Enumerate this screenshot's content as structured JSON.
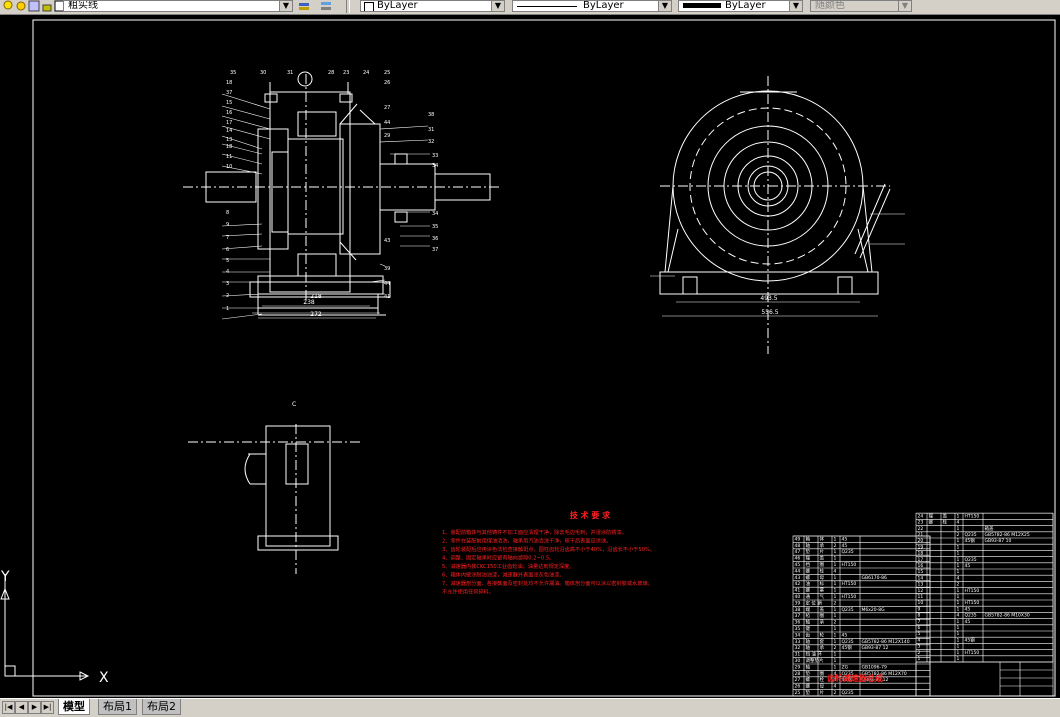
{
  "toolbar": {
    "layer_name": "粗实线",
    "color_combo": "ByLayer",
    "linetype_combo": "ByLayer",
    "lineweight_combo": "ByLayer",
    "plotstyle_combo": "随颜色"
  },
  "drawing": {
    "tech_title": "技 术 要 求",
    "tech_notes": [
      "1、装配前箱体与其他铸件不加工面应清理干净，除去毛边毛刺，并浸涂防锈漆。",
      "2、零件在装配前用煤油清洗，轴承用汽油清洗干净，晾干后表面应涂油。",
      "3、齿轮装配后应用涂色法检查接触斑点，圆柱齿轮沿齿高不小于40%，沿齿长不小于50%。",
      "4、调整、固定轴承时应留有轴向游隙0.2~0.5。",
      "5、减速器内装CKC150工业齿轮油，油量达到规定深度。",
      "6、箱体内壁涂耐油油漆，减速器外表面涂灰色油漆。",
      "7、减速器剖分面、各接触面及密封处均不允许漏油。箱体剖分面可以涂以密封胶或水玻璃，",
      "不允许使用任何碎料。"
    ],
    "section_label": "C",
    "dim_overall": "272",
    "dim_inner": "238",
    "dim_base": "218",
    "dim_side_1": "493.5",
    "dim_side_2": "556.5",
    "title_block_name": "齿轮减速器总成",
    "parts_rows": [
      [
        "49",
        "箱",
        "体",
        "1",
        "45",
        ""
      ],
      [
        "48",
        "轴",
        "承",
        "2",
        "45",
        ""
      ],
      [
        "47",
        "垫",
        "片",
        "1",
        "Q235",
        ""
      ],
      [
        "46",
        "端",
        "盖",
        "1",
        "",
        ""
      ],
      [
        "45",
        "挡",
        "圈",
        "1",
        "HT150",
        ""
      ],
      [
        "44",
        "螺",
        "栓",
        "4",
        "",
        ""
      ],
      [
        "43",
        "螺",
        "母",
        "1",
        "",
        "GB6170-86"
      ],
      [
        "42",
        "油",
        "标",
        "1",
        "HT150",
        ""
      ],
      [
        "41",
        "螺",
        "塞",
        "1",
        "",
        ""
      ],
      [
        "40",
        "通",
        "气",
        "1",
        "HT150",
        ""
      ],
      [
        "39",
        "定 位 销",
        "",
        "2",
        "",
        ""
      ],
      [
        "38",
        "端",
        "盖",
        "1",
        "Q235",
        "M6x20-8G"
      ],
      [
        "37",
        "毡",
        "圈",
        "1",
        "",
        ""
      ],
      [
        "36",
        "轴",
        "承",
        "2",
        "",
        ""
      ],
      [
        "35",
        "键",
        "",
        "1",
        "",
        ""
      ],
      [
        "34",
        "齿",
        "轮",
        "1",
        "45",
        ""
      ],
      [
        "33",
        "轴",
        "套",
        "1",
        "Q235",
        "GB5782-86 M12X140"
      ],
      [
        "32",
        "轴",
        "承",
        "2",
        "45钢",
        "GB93-87 12"
      ],
      [
        "31",
        "挡 油 环",
        "",
        "1",
        "",
        ""
      ],
      [
        "30",
        "调整垫片",
        "",
        "1",
        "",
        ""
      ],
      [
        "29",
        "轴",
        "",
        "1",
        "ZG",
        "GB1096-79"
      ],
      [
        "28",
        "垫",
        "圈",
        "4",
        "Q235",
        "GB5782-86 M12X70"
      ],
      [
        "27",
        "螺",
        "栓",
        "4",
        "45钢",
        "GB93-87 12"
      ],
      [
        "26",
        "螺",
        "母",
        "4",
        "",
        ""
      ],
      [
        "25",
        "垫",
        "片",
        "2",
        "Q235",
        ""
      ]
    ],
    "parts_rows_upper": [
      [
        "24",
        "端",
        "盖",
        "1",
        "HT150",
        ""
      ],
      [
        "23",
        "螺",
        "栓",
        "4",
        "",
        ""
      ],
      [
        "22",
        "",
        "",
        "1",
        "",
        "箱盖"
      ],
      [
        "21",
        "",
        "",
        "2",
        "Q235",
        "GB5782-86 M12X25"
      ],
      [
        "20",
        "",
        "",
        "1",
        "45钢",
        "GB93-87 10"
      ],
      [
        "19",
        "",
        "",
        "1",
        "",
        ""
      ],
      [
        "18",
        "",
        "",
        "1",
        "",
        ""
      ],
      [
        "17",
        "",
        "",
        "1",
        "Q235",
        ""
      ],
      [
        "16",
        "",
        "",
        "1",
        "45",
        ""
      ],
      [
        "15",
        "",
        "",
        "1",
        "",
        ""
      ],
      [
        "14",
        "",
        "",
        "4",
        "",
        ""
      ],
      [
        "13",
        "",
        "",
        "2",
        "",
        ""
      ],
      [
        "12",
        "",
        "",
        "1",
        "HT150",
        ""
      ],
      [
        "11",
        "",
        "",
        "1",
        "",
        ""
      ],
      [
        "10",
        "",
        "",
        "1",
        "HT150",
        ""
      ],
      [
        "9",
        "",
        "",
        "1",
        "45",
        ""
      ],
      [
        "8",
        "",
        "",
        "4",
        "Q235",
        "GB5782-86 M10X30"
      ],
      [
        "7",
        "",
        "",
        "1",
        "45",
        ""
      ],
      [
        "6",
        "",
        "",
        "1",
        "",
        ""
      ],
      [
        "5",
        "",
        "",
        "1",
        "",
        ""
      ],
      [
        "4",
        "",
        "",
        "1",
        "45钢",
        ""
      ],
      [
        "3",
        "",
        "",
        "1",
        "",
        ""
      ],
      [
        "2",
        "",
        "",
        "1",
        "HT150",
        ""
      ],
      [
        "1",
        "",
        "",
        "1",
        "",
        ""
      ]
    ]
  },
  "ucs": {
    "x_label": "X",
    "y_label": "Y"
  },
  "tabs": [
    {
      "label": "模型",
      "active": true
    },
    {
      "label": "布局1",
      "active": false
    },
    {
      "label": "布局2",
      "active": false
    }
  ],
  "colors": {
    "background": "#000000",
    "lines": "#ffffff",
    "notes": "#ff2020",
    "toolbar": "#d4d0c8",
    "dims": "#ffffff"
  }
}
